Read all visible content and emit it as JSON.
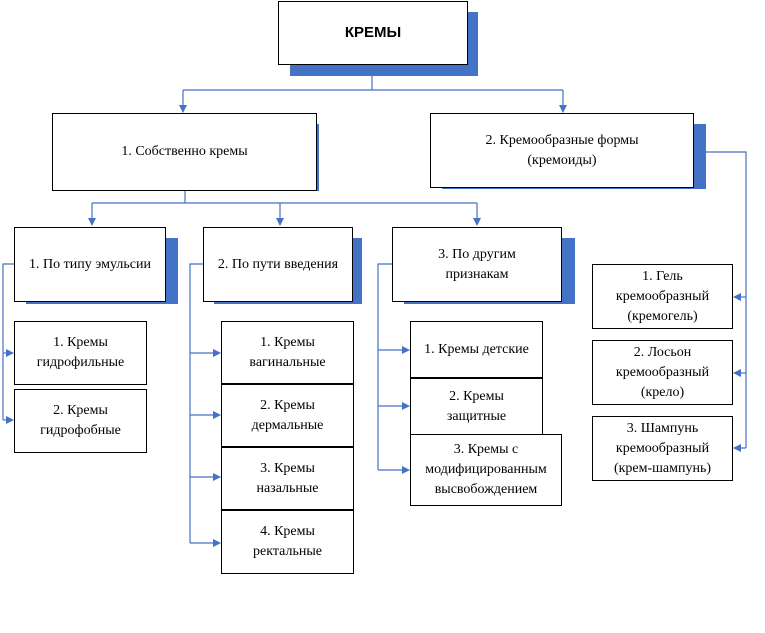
{
  "colors": {
    "connector": "#4472c4",
    "shadow": "#4472c4",
    "border": "#000000"
  },
  "root": "КРЕМЫ",
  "branches": {
    "creams": "1. Собственно кремы",
    "creamoids": "2. Кремообразные формы\n(кремоиды)"
  },
  "groups": {
    "emulsion": "1. По типу эмульсии",
    "route": "2. По пути введения",
    "other": "3. По другим\nпризнакам"
  },
  "emulsion_items": [
    "1. Кремы\nгидрофильные",
    "2. Кремы\nгидрофобные"
  ],
  "route_items": [
    "1. Кремы\nвагинальные",
    "2. Кремы\nдермальные",
    "3. Кремы\nназальные",
    "4. Кремы\nректальные"
  ],
  "other_items": [
    "1. Кремы детские",
    "2. Кремы\nзащитные",
    "3. Кремы с\nмодифицированным\nвысвобождением"
  ],
  "creamoid_items": [
    "1. Гель\nкремообразный\n(кремогель)",
    "2. Лосьон\nкремообразный\n(крело)",
    "3. Шампунь\nкремообразный\n(крем-шампунь)"
  ]
}
